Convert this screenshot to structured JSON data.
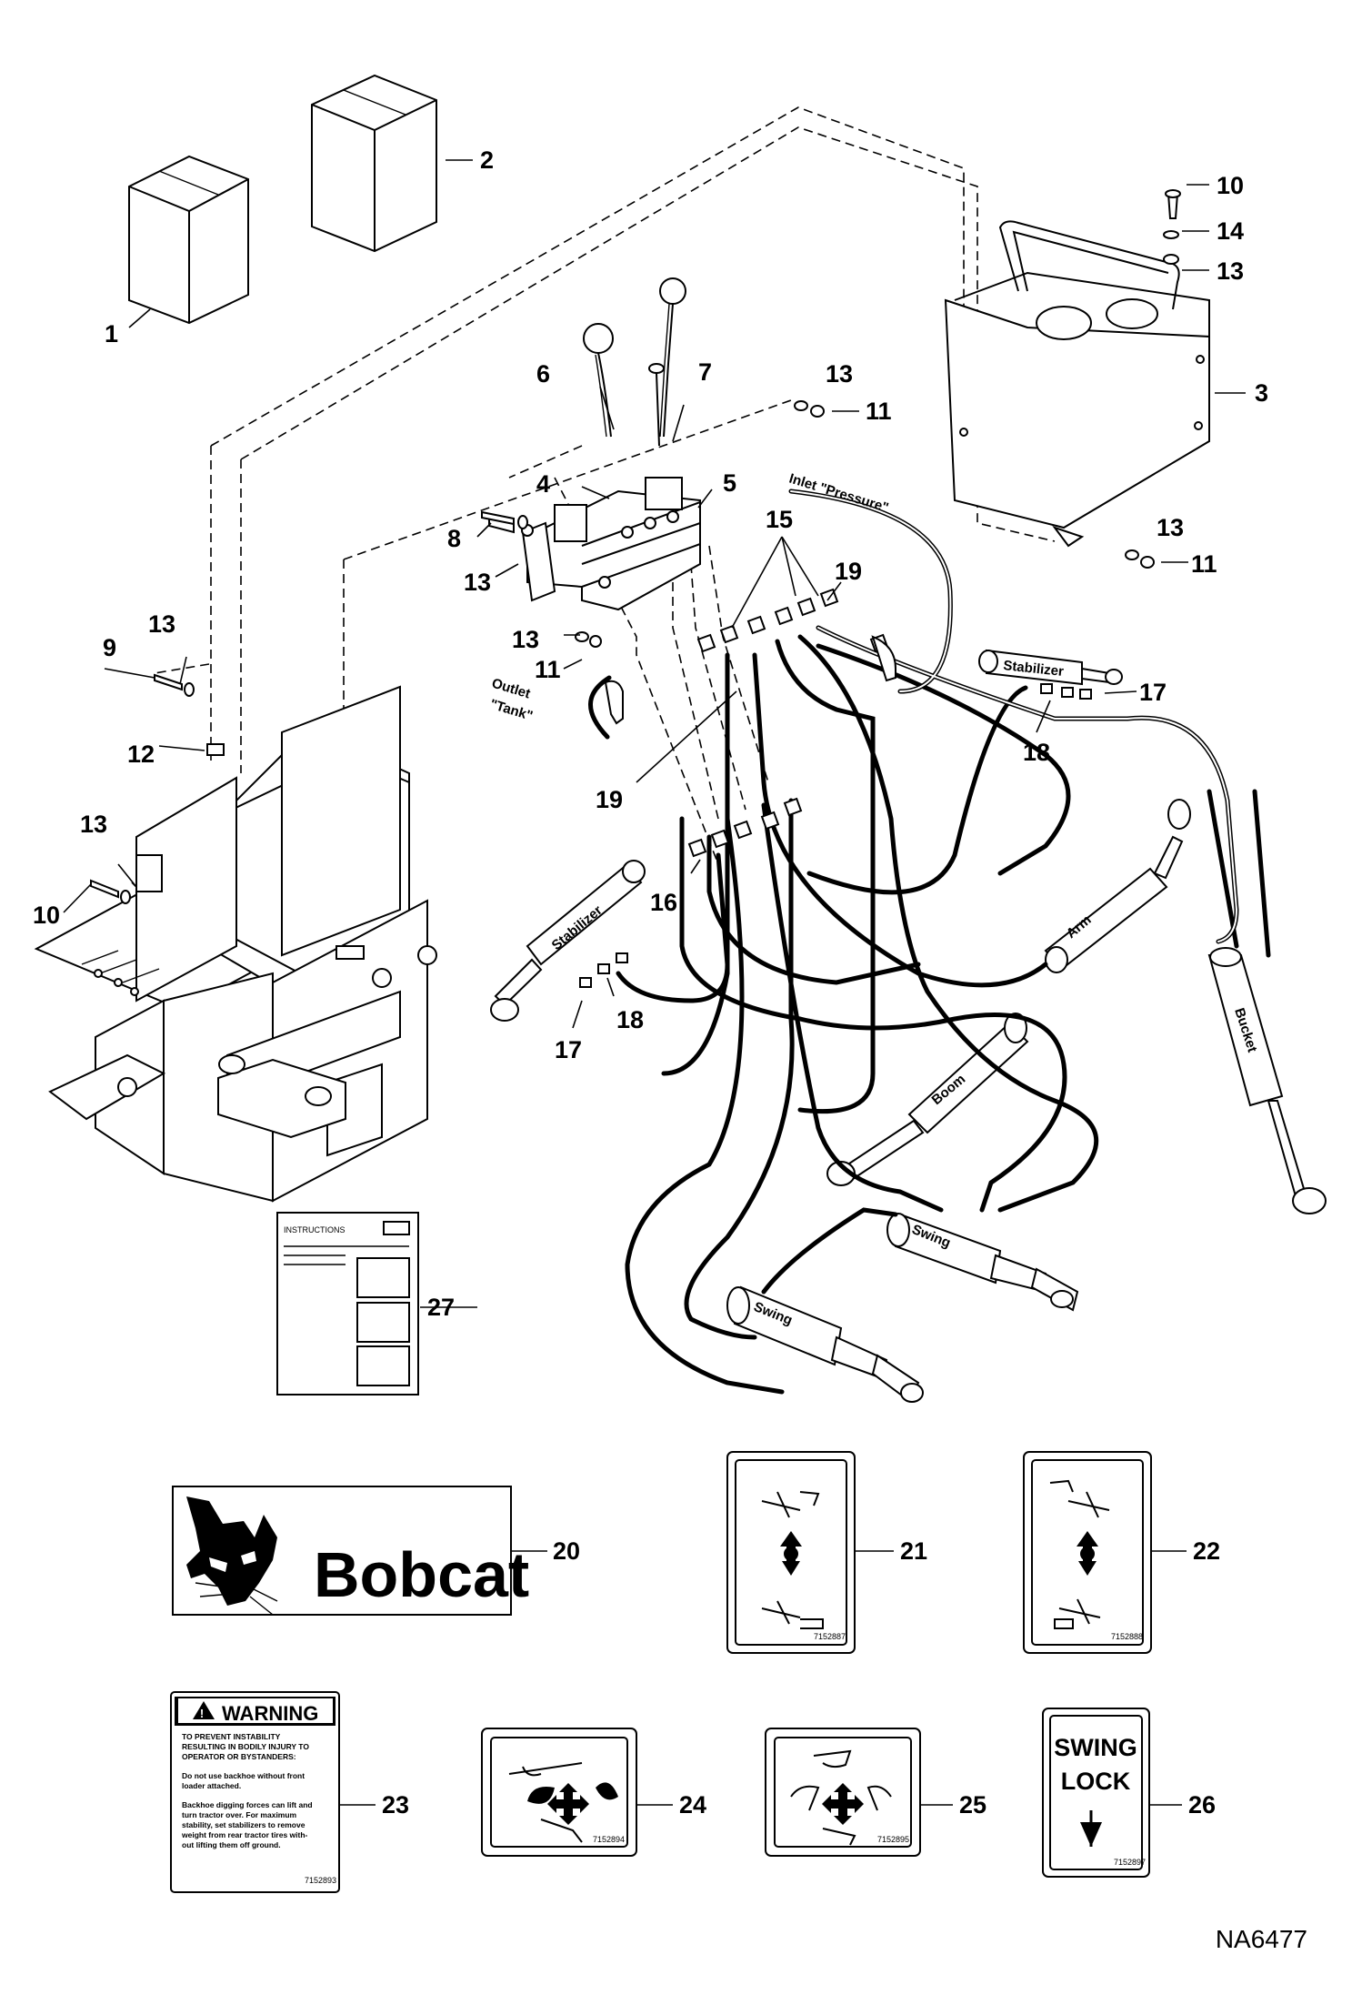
{
  "drawing_id": "NA6477",
  "callouts": [
    "1",
    "2",
    "3",
    "4",
    "5",
    "6",
    "7",
    "8",
    "9",
    "10",
    "11",
    "12",
    "13",
    "14",
    "15",
    "16",
    "17",
    "18",
    "19",
    "20",
    "21",
    "22",
    "23",
    "24",
    "25",
    "26",
    "27"
  ],
  "hose_labels": {
    "inlet": "Inlet \"Pressure\"",
    "outlet_1": "Outlet",
    "outlet_2": "\"Tank\""
  },
  "cylinder_labels": {
    "stabilizer": "Stabilizer",
    "arm": "Arm",
    "bucket": "Bucket",
    "boom": "Boom",
    "swing": "Swing"
  },
  "decals": {
    "instructions": {
      "title": "INSTRUCTIONS"
    },
    "bobcat": {
      "brand": "Bobcat"
    },
    "decal_21": {
      "code": "7152887"
    },
    "decal_22": {
      "code": "7152888"
    },
    "warning": {
      "heading": "WARNING",
      "para1_lines": [
        "TO    PREVENT    INSTABILITY",
        "RESULTING IN BODILY INJURY TO",
        "OPERATOR    OR    BYSTANDERS:"
      ],
      "para2_lines": [
        "Do not use backhoe without front",
        "loader attached."
      ],
      "para3_lines": [
        "Backhoe digging forces can lift and",
        "turn tractor over. For maximum",
        "stability, set stabilizers to remove",
        "weight from rear tractor tires with-",
        "out lifting them off ground."
      ],
      "code": "7152893"
    },
    "decal_24": {
      "code": "7152894"
    },
    "decal_25": {
      "code": "7152895"
    },
    "swing_lock": {
      "line1": "SWING",
      "line2": "LOCK",
      "code": "7152897"
    }
  }
}
